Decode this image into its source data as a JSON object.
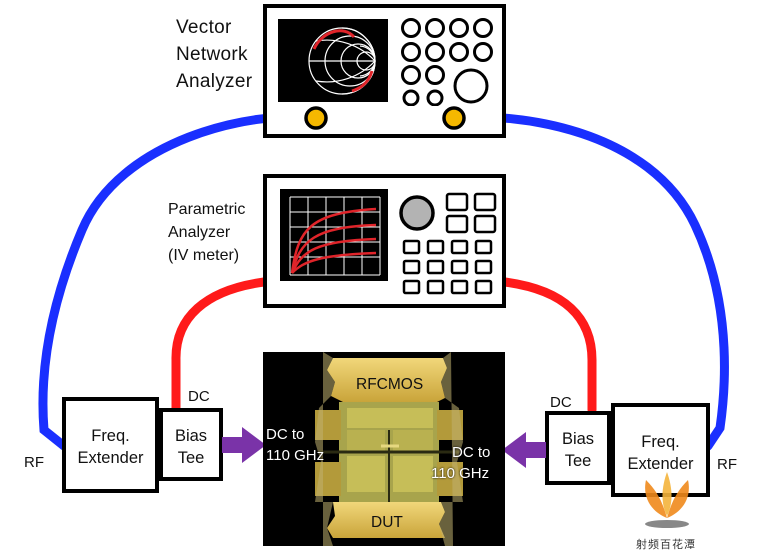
{
  "vna": {
    "label_lines": [
      "Vector",
      "Network",
      "Analyzer"
    ]
  },
  "parametric": {
    "label_lines": [
      "Parametric",
      "Analyzer",
      "(IV meter)"
    ]
  },
  "left_chain": {
    "rf_label": "RF",
    "dc_label": "DC",
    "freq_extender": [
      "Freq.",
      "Extender"
    ],
    "bias_tee": [
      "Bias",
      "Tee"
    ]
  },
  "right_chain": {
    "rf_label": "RF",
    "dc_label": "DC",
    "freq_extender": [
      "Freq.",
      "Extender"
    ],
    "bias_tee": [
      "Bias",
      "Tee"
    ]
  },
  "chip": {
    "top_label": "RFCMOS",
    "bottom_label": "DUT",
    "left_range": [
      "DC to",
      "110 GHz"
    ],
    "right_range": [
      "DC to",
      "110 GHz"
    ]
  },
  "watermark": {
    "text": "射频百花潭"
  },
  "colors": {
    "rf_cable": "#1a2fff",
    "dc_cable": "#ff1a1a",
    "connector": "#f5b800",
    "arrow": "#7a33a8",
    "trace": "#e0242a"
  }
}
